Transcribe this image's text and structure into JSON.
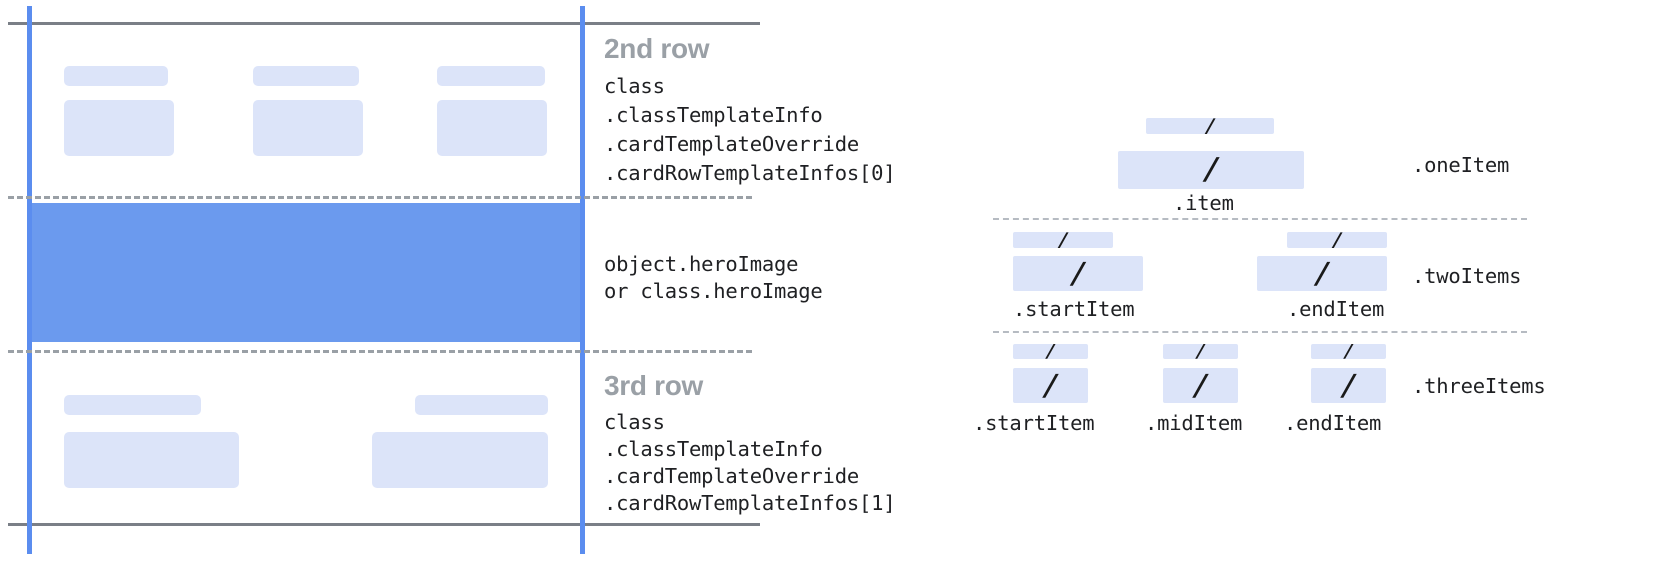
{
  "diagram": {
    "title": "Card template row and item layout diagram",
    "colors": {
      "block_fill": "#dce4f9",
      "hero_fill": "#6b9aee",
      "guide_blue": "#5b8def",
      "solid_rule": "#7a7f87",
      "dashed_rule": "#9aa0a6",
      "title_gray": "#9aa0a6",
      "text_dark": "#1f2023"
    }
  },
  "left_panel": {
    "rows": [
      {
        "heading": "2nd row",
        "code_lines": [
          "class",
          ".classTemplateInfo",
          ".cardTemplateOverride",
          ".cardRowTemplateInfos[0]"
        ]
      },
      {
        "heading": "",
        "code_lines": [
          "object.heroImage",
          "or class.heroImage"
        ]
      },
      {
        "heading": "3rd row",
        "code_lines": [
          "class",
          ".classTemplateInfo",
          ".cardTemplateOverride",
          ".cardRowTemplateInfos[1]"
        ]
      }
    ]
  },
  "right_panel": {
    "groups": [
      {
        "name": ".oneItem",
        "label": ".oneItem",
        "captions": [
          ".item"
        ],
        "slash": "/",
        "items": 1
      },
      {
        "name": ".twoItems",
        "label": ".twoItems",
        "captions": [
          ".startItem",
          ".endItem"
        ],
        "slash": "/",
        "items": 2
      },
      {
        "name": ".threeItems",
        "label": ".threeItems",
        "captions": [
          ".startItem",
          ".midItem",
          ".endItem"
        ],
        "slash": "/",
        "items": 3
      }
    ]
  }
}
